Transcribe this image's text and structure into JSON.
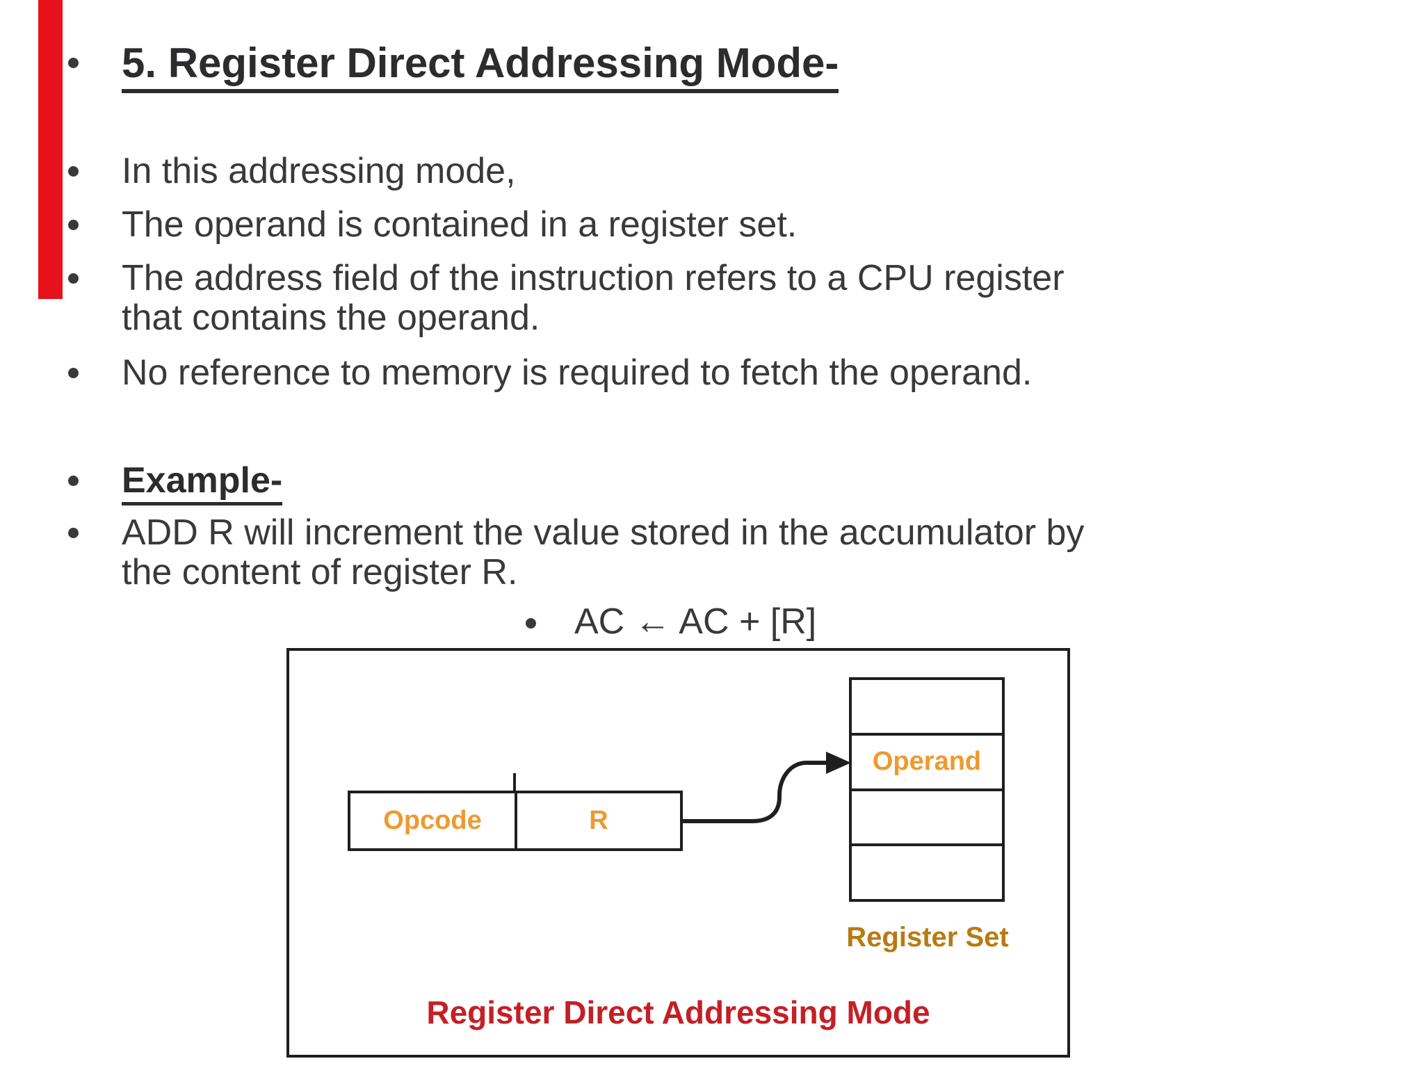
{
  "content": {
    "title": "5. Register Direct Addressing Mode-",
    "bullets": [
      {
        "line1": "In this addressing mode,"
      },
      {
        "line1": "The operand is contained in a register set."
      },
      {
        "line1": "The address field of the instruction refers to a CPU register",
        "line2": "that contains the operand."
      },
      {
        "line1": "No reference to memory is required to fetch the operand."
      }
    ],
    "example_heading": "Example-",
    "example": {
      "line1": "ADD R will increment the value stored in the accumulator by",
      "line2": "the content of register R."
    },
    "formula": "AC ← AC + [R]"
  },
  "diagram": {
    "opcode_label": "Opcode",
    "register_field_label": "R",
    "operand_label": "Operand",
    "register_set_label": "Register Set",
    "caption": "Register Direct Addressing Mode"
  },
  "colors": {
    "accent_orange": "#ed9a2e",
    "register_set_brown": "#b87a12",
    "caption_red": "#c32026",
    "sidebar_red": "#e8111b",
    "text_dark": "#39393b",
    "title_dark": "#2c2c2e",
    "line_black": "#1f1f1f"
  }
}
